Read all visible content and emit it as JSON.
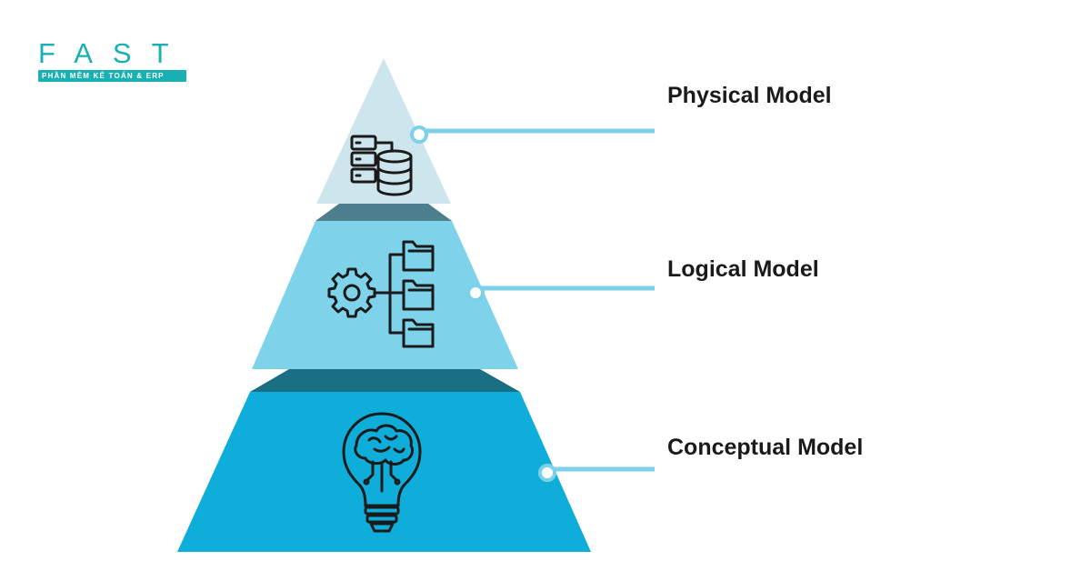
{
  "brand": {
    "name": "FAST",
    "tagline": "PHẦN MỀM KẾ TOÁN & ERP",
    "color": "#19b0b3"
  },
  "layers": [
    {
      "label": "Physical Model",
      "icon": "server-database-icon",
      "color": "#cde6ee"
    },
    {
      "label": "Logical Model",
      "icon": "gear-folder-tree-icon",
      "color": "#7ed2ea"
    },
    {
      "label": "Conceptual Model",
      "icon": "lightbulb-brain-icon",
      "color": "#0fadd9"
    }
  ],
  "connector_color": "#7dd0ea",
  "separator_colors": [
    "#4c7e8e",
    "#1a6f84"
  ]
}
